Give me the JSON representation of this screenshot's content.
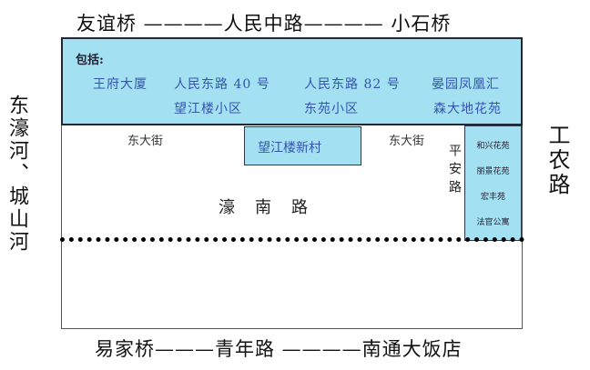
{
  "roads": {
    "top": "友谊桥 ————人民中路———— 小石桥",
    "bottom": "易家桥———青年路 ————南通大饭店",
    "left": "东濠河、城山河",
    "right": "工农路",
    "center": "濠南路",
    "side": "平安路"
  },
  "band": {
    "heading": "包括:",
    "row1": [
      "王府大厦",
      "人民东路 40 号",
      "人民东路 82 号",
      "晏园凤凰汇"
    ],
    "row2": [
      "望江楼小区",
      "东苑小区",
      "森大地花苑"
    ]
  },
  "streets": {
    "left": "东大街",
    "right": "东大街"
  },
  "center_box": "望江楼新村",
  "right_box": [
    "和兴花苑",
    "丽景花苑",
    "宏丰苑",
    "法官公寓"
  ],
  "colors": {
    "fill": "#a3e1f2",
    "text_blue": "#3553b0",
    "border": "#1a2a3a"
  }
}
